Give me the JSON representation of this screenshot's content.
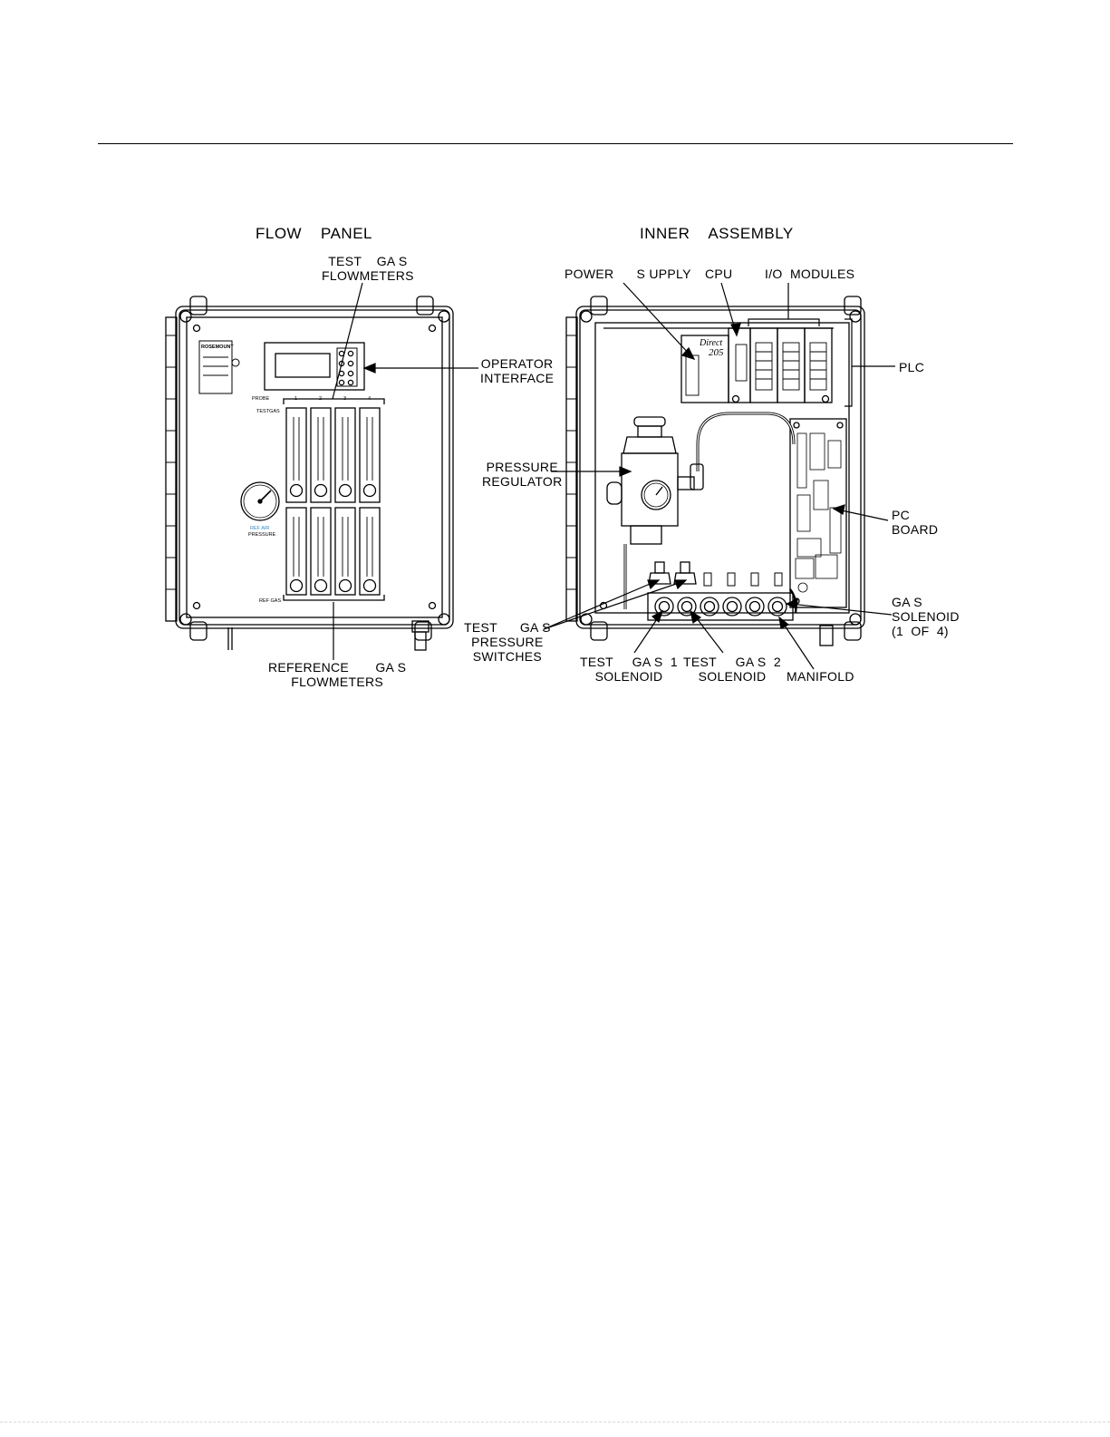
{
  "titles": {
    "flow_panel": "FLOW    PANEL",
    "inner_assembly": "INNER    ASSEMBLY"
  },
  "callouts": {
    "test_gas_flowmeters": "TEST    GA S\nFLOWMETERS",
    "operator_interface": "OPERATOR\nINTERFACE",
    "reference_gas_flowmeters": "REFERENCE       GA S\nFLOWMETERS",
    "power_supply": "POWER      S UPPLY",
    "cpu": "CPU",
    "io_modules": "I/O  MODULES",
    "plc": "PLC",
    "pressure_regulator": "PRESSURE\nREGULATOR",
    "pc_board": "PC\nBOARD",
    "test_gas_pressure_switches": "TEST      GA S\nPRESSURE\nSWITCHES",
    "test_gas_1_solenoid": "TEST     GA S  1\nSOLENOID",
    "test_gas_2_solenoid": "TEST     GA S  2\nSOLENOID",
    "gas_solenoid": "GA S\nSOLENOID\n(1  OF  4)",
    "manifold": "MANIFOLD"
  },
  "panel_text": {
    "brand": "ROSEMOUNT",
    "probe": "PROBE",
    "probe_numbers": [
      "1",
      "2",
      "3",
      "4"
    ],
    "test_gas": "TESTGAS",
    "ref_gas": "REF GAS",
    "gauge_label_1": "REF AIR",
    "gauge_label_2": "PRESSURE",
    "plc_brand": "Direct",
    "plc_model": "205"
  }
}
